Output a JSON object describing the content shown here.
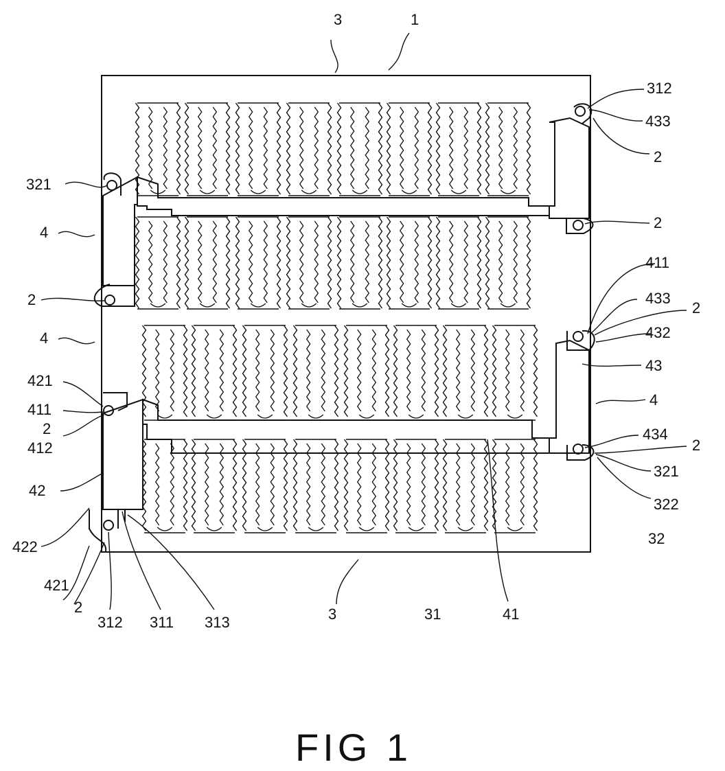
{
  "figure": {
    "caption": "FIG 1",
    "labels": {
      "l3_top": "3",
      "l1": "1",
      "l312_tr": "312",
      "l433_tr": "433",
      "l2_tr1": "2",
      "l321_l": "321",
      "l2_r2": "2",
      "l4_l1": "4",
      "l2_l1": "2",
      "l411_r": "411",
      "l433_r": "433",
      "l2_r3": "2",
      "l432": "432",
      "l4_l2": "4",
      "l43": "43",
      "l4_r": "4",
      "l421_a": "421",
      "l411_l": "411",
      "l2_l2": "2",
      "l412": "412",
      "l434": "434",
      "l2_r4": "2",
      "l321_r": "321",
      "l322": "322",
      "l42": "42",
      "l32": "32",
      "l422": "422",
      "l421_b": "421",
      "l2_b": "2",
      "l312_b": "312",
      "l311": "311",
      "l313": "313",
      "l3_b": "3",
      "l31": "31",
      "l41": "41"
    }
  }
}
